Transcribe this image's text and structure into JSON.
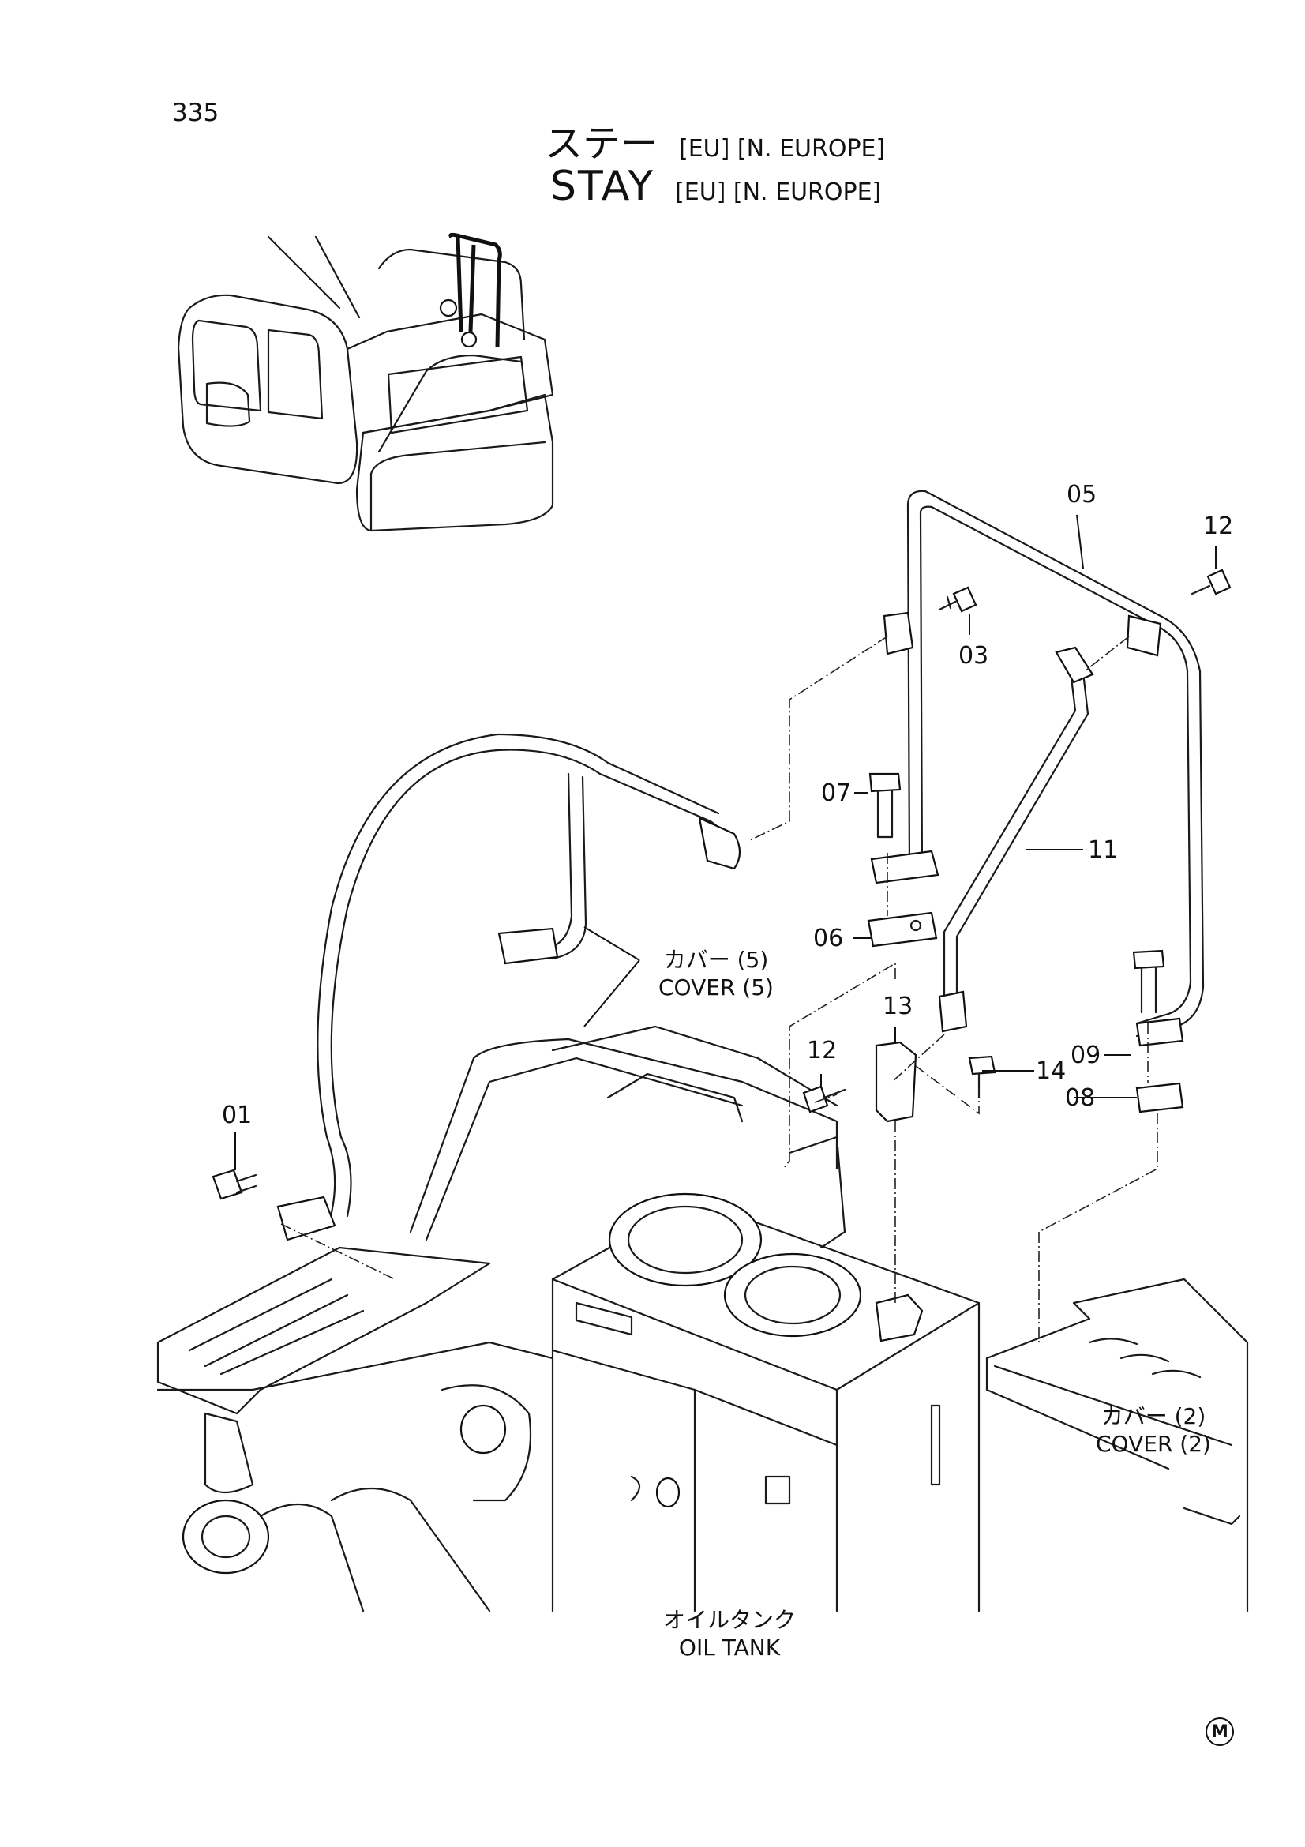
{
  "page_number": "335",
  "title": {
    "jp": "ステー",
    "en": "STAY",
    "tags": "[EU] [N. EUROPE]"
  },
  "callouts": [
    "01",
    "03",
    "05",
    "06",
    "07",
    "08",
    "09",
    "11",
    "12",
    "12",
    "13",
    "14"
  ],
  "notes": {
    "cover5_jp": "カバー (5)",
    "cover5_en": "COVER (5)",
    "cover2_jp": "カバー (2)",
    "cover2_en": "COVER (2)",
    "oiltank_jp": "オイルタンク",
    "oiltank_en": "OIL TANK"
  },
  "maker_mark": "M"
}
